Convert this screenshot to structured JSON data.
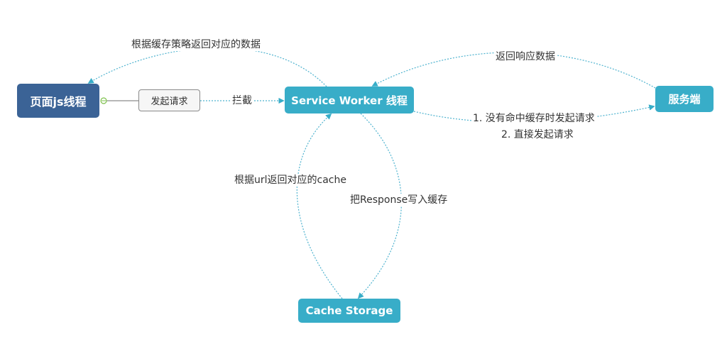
{
  "diagram": {
    "nodes": {
      "page_thread": "页面js线程",
      "send_request": "发起请求",
      "service_worker": "Service Worker 线程",
      "server": "服务端",
      "cache_storage": "Cache Storage"
    },
    "edge_labels": {
      "strategy_return": "根据缓存策略返回对应的数据",
      "intercept": "拦截",
      "response_data": "返回响应数据",
      "request_line1": "1. 没有命中缓存时发起请求",
      "request_line2": "2. 直接发起请求",
      "url_return_cache": "根据url返回对应的cache",
      "write_response": "把Response写入缓存"
    },
    "colors": {
      "primary_node": "#3b6396",
      "teal_node": "#38adc8",
      "edge": "#4fb3cf",
      "connector_dot": "#7cc04b"
    }
  }
}
